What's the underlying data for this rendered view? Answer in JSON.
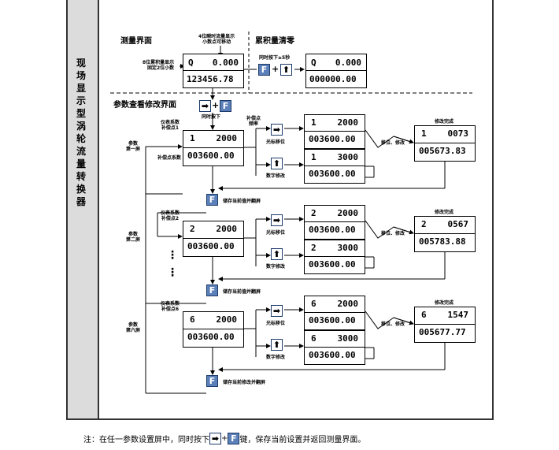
{
  "title": "现场显示型涡轮流量转换器",
  "measure": {
    "heading": "测量界面",
    "note_top": "4位瞬时流量显示\n小数点可移动",
    "note_left": "8位累积量显示\n固定2位小数",
    "row1_l": "Q",
    "row1_r": "0.000",
    "row2": "123456.78"
  },
  "clear": {
    "heading": "累积量清零",
    "hint": "同时按下≥5秒",
    "row1_l": "Q",
    "row1_r": "0.000",
    "row2": "000000.00"
  },
  "param": {
    "heading": "参数查看修改界面",
    "hint": "同时按下"
  },
  "labels": {
    "meter_coef_1": "仪表系数\n补偿点1",
    "meter_coef_2": "仪表系数\n补偿点2",
    "meter_coef_6": "仪表系数\n补偿点6",
    "freq": "补偿点\n频率",
    "comp_coef": "补偿点系数",
    "screen1": "参数\n第一屏",
    "screen2": "参数\n第二屏",
    "screen6": "参数\n第六屏",
    "cursor": "光标移位",
    "digit": "数字修改",
    "shift_edit": "移位、修改",
    "done": "修改完成",
    "save_turn": "储存当前值并翻屏",
    "save_turn_last": "储存当前修改并翻屏",
    "dots": "⋮"
  },
  "screens": [
    {
      "main": {
        "r1l": "1",
        "r1r": "2000",
        "r2": "003600.00"
      },
      "cur": {
        "r1l": "1",
        "r1r": "2000",
        "r2": "003600.00"
      },
      "dig": {
        "r1l": "1",
        "r1r": "3000",
        "r2": "003600.00"
      },
      "done": {
        "r1l": "1",
        "r1r": "0073",
        "r2": "005673.83"
      }
    },
    {
      "main": {
        "r1l": "2",
        "r1r": "2000",
        "r2": "003600.00"
      },
      "cur": {
        "r1l": "2",
        "r1r": "2000",
        "r2": "003600.00"
      },
      "dig": {
        "r1l": "2",
        "r1r": "3000",
        "r2": "003600.00"
      },
      "done": {
        "r1l": "2",
        "r1r": "0567",
        "r2": "005783.88"
      }
    },
    {
      "main": {
        "r1l": "6",
        "r1r": "2000",
        "r2": "003600.00"
      },
      "cur": {
        "r1l": "6",
        "r1r": "2000",
        "r2": "003600.00"
      },
      "dig": {
        "r1l": "6",
        "r1r": "3000",
        "r2": "003600.00"
      },
      "done": {
        "r1l": "6",
        "r1r": "1547",
        "r2": "005677.77"
      }
    }
  ],
  "keys": {
    "f": "F",
    "arrow_right": "➡",
    "arrow_up": "⬆",
    "plus": "+"
  },
  "footnote": {
    "pre": "注：在任一参数设置屏中，同时按下",
    "post": "键，保存当前设置并返回测量界面。"
  }
}
